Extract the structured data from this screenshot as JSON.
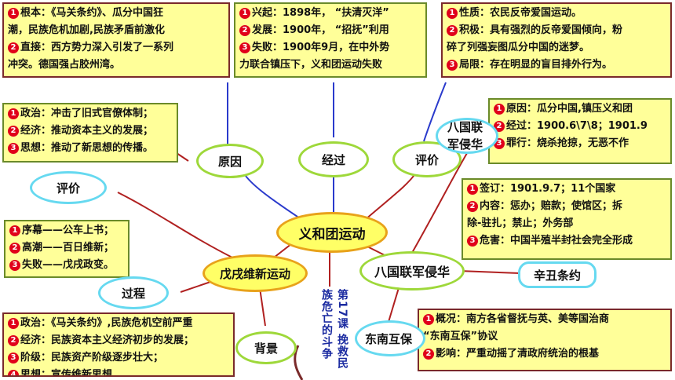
{
  "center": "义和团运动",
  "title_lines": [
    "第17课 挽救民",
    "族危亡的斗争"
  ],
  "nodes": {
    "cause": "原因",
    "process": "经过",
    "evaluation_right": "评价",
    "evaluation_left": "评价",
    "reform": "戊戌维新运动",
    "reform_process": "过程",
    "background": "背景",
    "allied_invasion": "八国联军侵华",
    "allied_invasion_side": "八国联军侵华",
    "treaty": "辛丑条约",
    "southeast": "东南互保"
  },
  "boxes": {
    "cause": [
      {
        "num": "1",
        "text": "根本：《马关条约》、瓜分中国狂"
      },
      {
        "num": "",
        "text": "潮，民族危机加剧,民族矛盾前激化"
      },
      {
        "num": "2",
        "text": "直接：西方势力深入引发了一系列"
      },
      {
        "num": "",
        "text": "冲突。德国强占胶州湾。"
      }
    ],
    "process": [
      {
        "num": "1",
        "text": "兴起：1898年，  “扶清灭洋”"
      },
      {
        "num": "2",
        "text": "发展：1900年，  “招抚”利用"
      },
      {
        "num": "3",
        "text": "失败：1900年9月，在中外势"
      },
      {
        "num": "",
        "text": "力联合镇压下，义和团运动失败"
      }
    ],
    "evaluation": [
      {
        "num": "1",
        "text": "性质：农民反帝爱国运动。"
      },
      {
        "num": "2",
        "text": "积极：具有强烈的反帝爱国倾向，粉"
      },
      {
        "num": "",
        "text": "碎了列强妄图瓜分中国的迷梦。"
      },
      {
        "num": "3",
        "text": "局限：存在明显的盲目排外行为。"
      }
    ],
    "reform_evaluation": [
      {
        "num": "1",
        "text": "政治：冲击了旧式官僚体制；"
      },
      {
        "num": "2",
        "text": "经济：推动资本主义的发展；"
      },
      {
        "num": "3",
        "text": "思想：推动了新思想的传播。"
      }
    ],
    "invasion": [
      {
        "num": "1",
        "text": "原因：瓜分中国,镇压义和团"
      },
      {
        "num": "2",
        "text": "经过：1900.6\\7\\8；1901.9"
      },
      {
        "num": "3",
        "text": "罪行：烧杀抢掠，无恶不作"
      }
    ],
    "treaty": [
      {
        "num": "1",
        "text": "签订：1901.9.7；11个国家"
      },
      {
        "num": "2",
        "text": "内容：惩办；赔款；使馆区；拆"
      },
      {
        "num": "",
        "text": "除-驻扎；禁止；外务部"
      },
      {
        "num": "3",
        "text": "危害：中国半殖半封社会完全形成"
      }
    ],
    "reform_process": [
      {
        "num": "1",
        "text": "序幕——公车上书；"
      },
      {
        "num": "2",
        "text": "高潮——百日维新；"
      },
      {
        "num": "3",
        "text": "失败——戊戌政变。"
      }
    ],
    "background": [
      {
        "num": "1",
        "text": "政治：《马关条约》,民族危机空前严重"
      },
      {
        "num": "2",
        "text": "经济：民族资本主义经济初步的发展；"
      },
      {
        "num": "3",
        "text": "阶级：民族资产阶级逐步壮大；"
      },
      {
        "num": "4",
        "text": "思想：宣传维新思想"
      }
    ],
    "southeast": [
      {
        "num": "1",
        "text": "概况：南方各省督抚与英、美等国治商"
      },
      {
        "num": "",
        "text": "“东南互保”协议"
      },
      {
        "num": "2",
        "text": "影响：严重动摇了清政府统治的根基"
      }
    ]
  }
}
